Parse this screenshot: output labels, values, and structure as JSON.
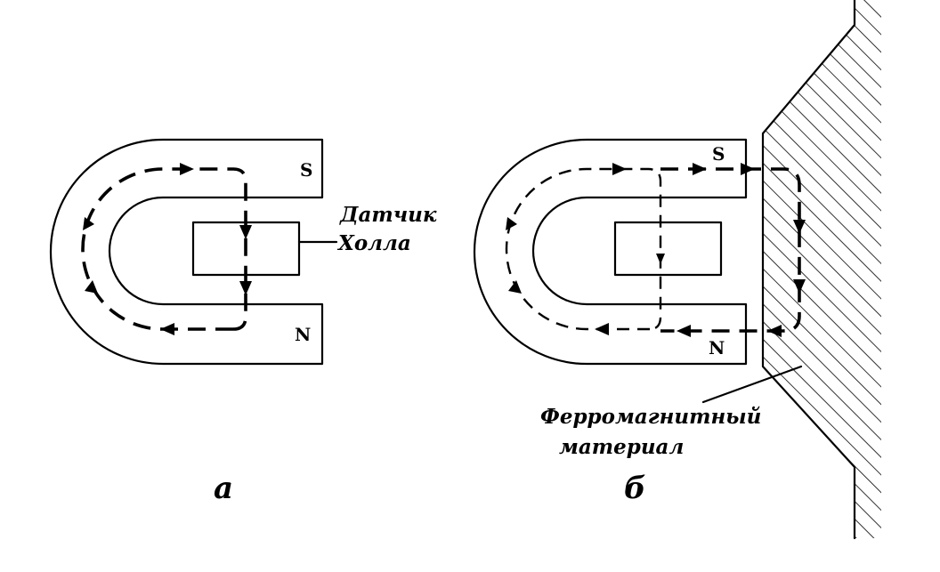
{
  "panel_a": {
    "caption": "а",
    "pole_top": "S",
    "pole_bottom": "N",
    "sensor_label_line1": "Датчик",
    "sensor_label_line2": "Холла"
  },
  "panel_b": {
    "caption": "б",
    "pole_top": "S",
    "pole_bottom": "N",
    "material_label_line1": "Ферромагнитный",
    "material_label_line2": "материал"
  },
  "colors": {
    "ink": "#000000",
    "paper": "#ffffff"
  }
}
